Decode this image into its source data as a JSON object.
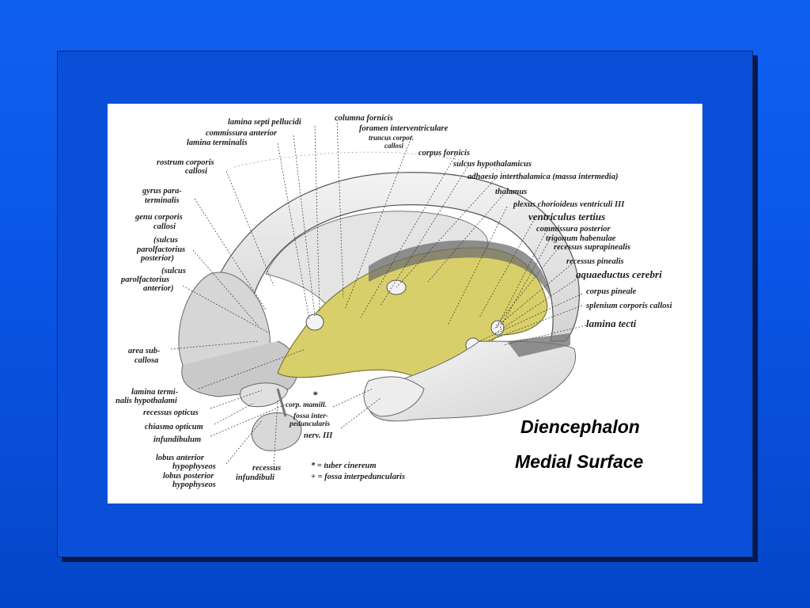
{
  "slide": {
    "caption_line1": "Diencephalon",
    "caption_line2": "Medial Surface"
  },
  "labels": {
    "lamina_septi_pellucidi": "lamina  septi  pellucidi",
    "columna_fornicis": "columna fornicis",
    "foramen_interventriculare": "foramen interventriculare",
    "commissura_anterior": "commissura  anterior",
    "truncus_corpor": "truncus corpor.",
    "callosi_trunc": "callosi",
    "lamina_terminalis": "lamina terminalis",
    "corpus_fornicis": "corpus fornicis",
    "rostrum_corporis": "rostrum corporis",
    "rostrum_callosi": "callosi",
    "sulcus_hypothalamicus": "sulcus hypothalamicus",
    "adhaesio": "adhaesio interthalamica (massa intermedia)",
    "gyrus_para": "gyrus para-",
    "gyrus_terminalis": "terminalis",
    "thalamus": "thalamus",
    "plexus": "plexus chorioideus ventriculi III",
    "genu_corporis": "genu corporis",
    "genu_callosi": "callosi",
    "ventriculus_tertius": "ventriculus tertius",
    "commissura_posterior": "commissura posterior",
    "sulcus_parolf_post_1": "(sulcus",
    "sulcus_parolf_post_2": "parolfactorius",
    "sulcus_parolf_post_3": "posterior)",
    "trigonum_habenulae": "trigonum habenulae",
    "recessus_suprapinealis": "recessus suprapinealis",
    "sulcus_parolf_ant_1": "(sulcus",
    "sulcus_parolf_ant_2": "parolfactorius",
    "sulcus_parolf_ant_3": "anterior)",
    "recessus_pinealis": "recessus pinealis",
    "aquaeductus_cerebri": "aquaeductus cerebri",
    "corpus_pineale": "corpus pineale",
    "splenium": "splenium corporis callosi",
    "lamina_tecti": "lamina tecti",
    "area_sub_1": "area sub-",
    "area_sub_2": "callosa",
    "lamina_termi_1": "lamina termi-",
    "lamina_termi_2": "nalis hypothalami",
    "recessus_opticus": "recessus opticus",
    "corp_mamill": "corp. mamill.",
    "asterisk": "*",
    "fossa_inter_1": "fossa inter-",
    "fossa_inter_2": "peduncularis",
    "chiasma_opticum": "chiasma opticum",
    "infundibulum": "infundibulum",
    "nerv_iii": "nerv. III",
    "lobus_anterior_1": "lobus anterior",
    "lobus_anterior_2": "hypophyseos",
    "lobus_posterior_1": "lobus posterior",
    "lobus_posterior_2": "hypophyseos",
    "recessus_infundibuli_1": "recessus",
    "recessus_infundibuli_2": "infundibuli",
    "legend_tuber": "* = tuber cinereum",
    "legend_fossa": "+ = fossa interpeduncularis"
  },
  "colors": {
    "background": "#0a55e6",
    "frame": "#0a4fd8",
    "diencephalon_fill": "#d8cf6a",
    "brain_gray": "#b9b9b9"
  }
}
